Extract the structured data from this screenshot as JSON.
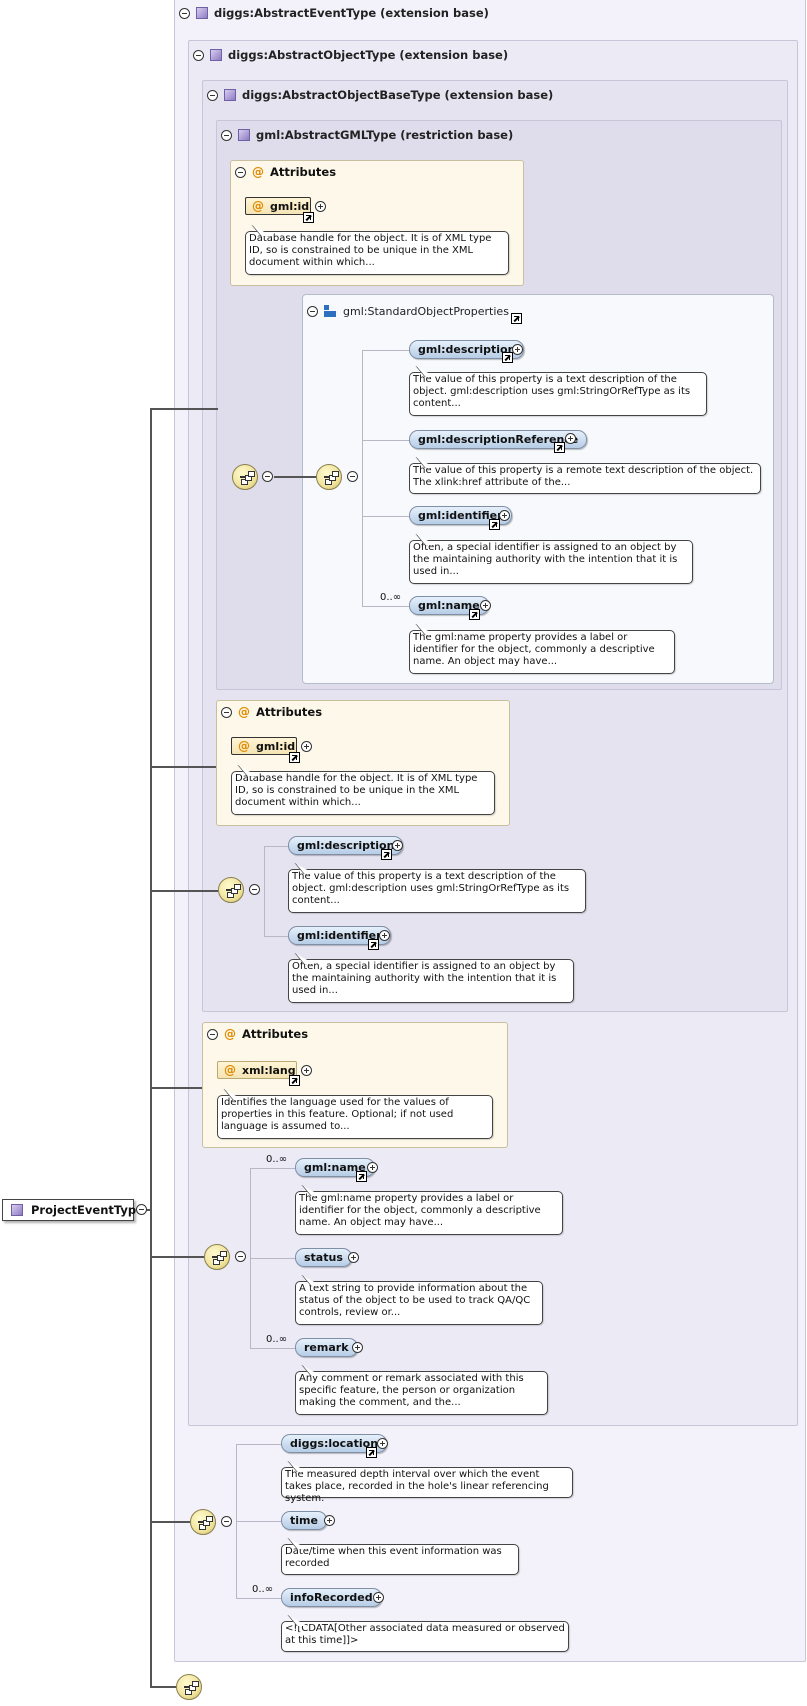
{
  "root": {
    "label": "ProjectEventType"
  },
  "ext_event": {
    "label": "diggs:AbstractEventType (extension base)"
  },
  "ext_object": {
    "label": "diggs:AbstractObjectType (extension base)"
  },
  "ext_objectbase": {
    "label": "diggs:AbstractObjectBaseType (extension base)"
  },
  "ext_gml": {
    "label": "gml:AbstractGMLType (restriction base)"
  },
  "attrs1": {
    "label": "Attributes",
    "attr": "gml:id",
    "doc": "Database handle for the object. It is of XML type ID, so is constrained to be unique in the XML document within which..."
  },
  "group": {
    "label": "gml:StandardObjectProperties"
  },
  "g_desc": {
    "label": "gml:description",
    "doc": "The value of this property is a text description of the object. gml:description uses gml:StringOrRefType as its content..."
  },
  "g_descref": {
    "label": "gml:descriptionReference",
    "doc": "The value of this property is a remote text description of the object. The xlink:href attribute of the..."
  },
  "g_ident": {
    "label": "gml:identifier",
    "doc": "Often, a special identifier is assigned to an object by the maintaining authority with the intention that it is used in..."
  },
  "g_name": {
    "label": "gml:name",
    "card": "0..∞",
    "doc": "The gml:name property provides a label or identifier for the object, commonly a descriptive name. An object may have..."
  },
  "attrs2": {
    "label": "Attributes",
    "attr": "gml:id",
    "doc": "Database handle for the object. It is of XML type ID, so is constrained to be unique in the XML document within which..."
  },
  "b_desc": {
    "label": "gml:description",
    "doc": "The value of this property is a text description of the object. gml:description uses gml:StringOrRefType as its content..."
  },
  "b_ident": {
    "label": "gml:identifier",
    "doc": "Often, a special identifier is assigned to an object by the maintaining authority with the intention that it is used in..."
  },
  "attrs3": {
    "label": "Attributes",
    "attr": "xml:lang",
    "doc": "Identifies the language used for the values of properties in this feature. Optional; if not used language is assumed to..."
  },
  "o_name": {
    "label": "gml:name",
    "card": "0..∞",
    "doc": "The gml:name property provides a label or identifier for the object, commonly a descriptive name. An object may have..."
  },
  "o_status": {
    "label": "status",
    "doc": "A text string to provide information about the status of the object to be used to track QA/QC controls, review or..."
  },
  "o_remark": {
    "label": "remark",
    "card": "0..∞",
    "doc": "Any comment or remark associated with this specific feature, the person or organization making the comment, and the..."
  },
  "e_location": {
    "label": "diggs:location",
    "doc": "The measured depth interval over which the event takes place, recorded in the hole's linear referencing system."
  },
  "e_time": {
    "label": "time",
    "doc": "Date/time when this event information was recorded"
  },
  "e_info": {
    "label": "infoRecorded",
    "card": "0..∞",
    "doc": "<![CDATA[Other associated data measured or observed at this time]]>"
  }
}
